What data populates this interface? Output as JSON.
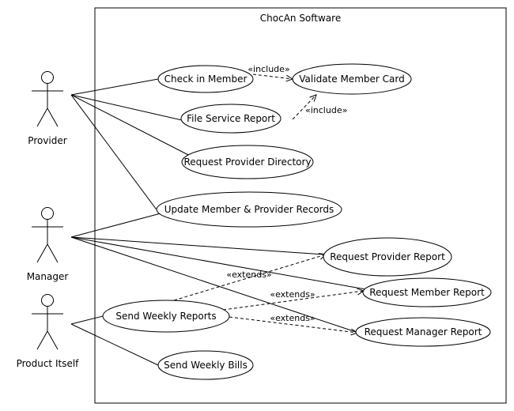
{
  "system": {
    "title": "ChocAn Software"
  },
  "actors": [
    {
      "id": "provider",
      "label": "Provider"
    },
    {
      "id": "manager",
      "label": "Manager"
    },
    {
      "id": "product",
      "label": "Product Itself"
    }
  ],
  "use_cases": [
    {
      "id": "check_in",
      "label": "Check in Member"
    },
    {
      "id": "validate",
      "label": "Validate Member Card"
    },
    {
      "id": "file_report",
      "label": "File Service Report"
    },
    {
      "id": "req_dir",
      "label": "Request Provider Directory"
    },
    {
      "id": "update",
      "label": "Update Member & Provider Records"
    },
    {
      "id": "req_prov",
      "label": "Request Provider Report"
    },
    {
      "id": "req_mem",
      "label": "Request Member Report"
    },
    {
      "id": "req_mgr",
      "label": "Request Manager Report"
    },
    {
      "id": "weekly_reports",
      "label": "Send Weekly Reports"
    },
    {
      "id": "weekly_bills",
      "label": "Send Weekly Bills"
    }
  ],
  "associations": [
    [
      "provider",
      "check_in"
    ],
    [
      "provider",
      "file_report"
    ],
    [
      "provider",
      "req_dir"
    ],
    [
      "provider",
      "update"
    ],
    [
      "manager",
      "update"
    ],
    [
      "manager",
      "req_prov"
    ],
    [
      "manager",
      "req_mem"
    ],
    [
      "manager",
      "req_mgr"
    ],
    [
      "product",
      "weekly_reports"
    ],
    [
      "product",
      "weekly_bills"
    ]
  ],
  "dependencies": [
    {
      "from": "check_in",
      "to": "validate",
      "label": "«include»"
    },
    {
      "from": "file_report",
      "to": "validate",
      "label": "«include»"
    },
    {
      "from": "weekly_reports",
      "to": "req_prov",
      "label": "«extends»"
    },
    {
      "from": "weekly_reports",
      "to": "req_mem",
      "label": "«extends»"
    },
    {
      "from": "weekly_reports",
      "to": "req_mgr",
      "label": "«extends»"
    }
  ]
}
